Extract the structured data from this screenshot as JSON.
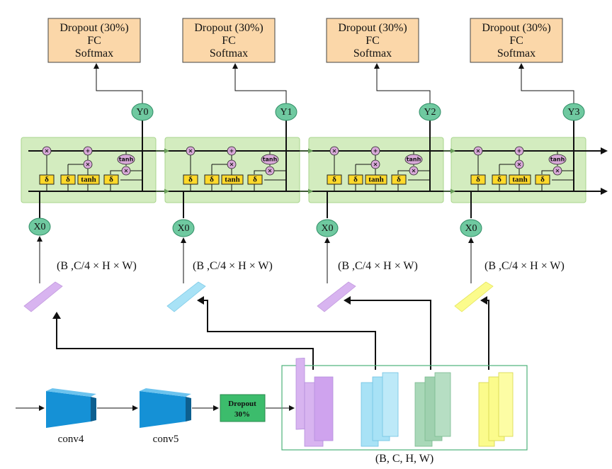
{
  "heads": [
    {
      "line1": "Dropout (30%)",
      "line2": "FC",
      "line3": "Softmax"
    },
    {
      "line1": "Dropout (30%)",
      "line2": "FC",
      "line3": "Softmax"
    },
    {
      "line1": "Dropout (30%)",
      "line2": "FC",
      "line3": "Softmax"
    },
    {
      "line1": "Dropout (30%)",
      "line2": "FC",
      "line3": "Softmax"
    }
  ],
  "outputs": [
    "Y0",
    "Y1",
    "Y2",
    "Y3"
  ],
  "inputs": [
    "X0",
    "X0",
    "X0",
    "X0"
  ],
  "shapes": [
    "(B ,C/4 × H × W)",
    "(B ,C/4 × H × W)",
    "(B ,C/4 × H × W)",
    "(B ,C/4 × H × W)"
  ],
  "gates": {
    "sigma": "δ",
    "tanh": "tanh",
    "mul": "×",
    "add": "+"
  },
  "backbone": {
    "conv4": "conv4",
    "conv5": "conv5",
    "dropout_line1": "Dropout",
    "dropout_line2": "30%"
  },
  "feature_map_label": "(B, C, H, W)",
  "colors": {
    "head_fill": "#fbd7a9",
    "node_fill": "#6fc9a0",
    "cell_fill": "#d3ecbf",
    "gate_fill": "#ffd92b",
    "op_fill": "#d8a9d8",
    "conv_blue": "#1591d6",
    "dropout_green": "#3cbc6c",
    "slice_purple": "#d8b4f0",
    "slice_blue": "#a8e2f6",
    "slice_green": "#a9d8b8",
    "slice_yellow": "#fbfb8c"
  }
}
